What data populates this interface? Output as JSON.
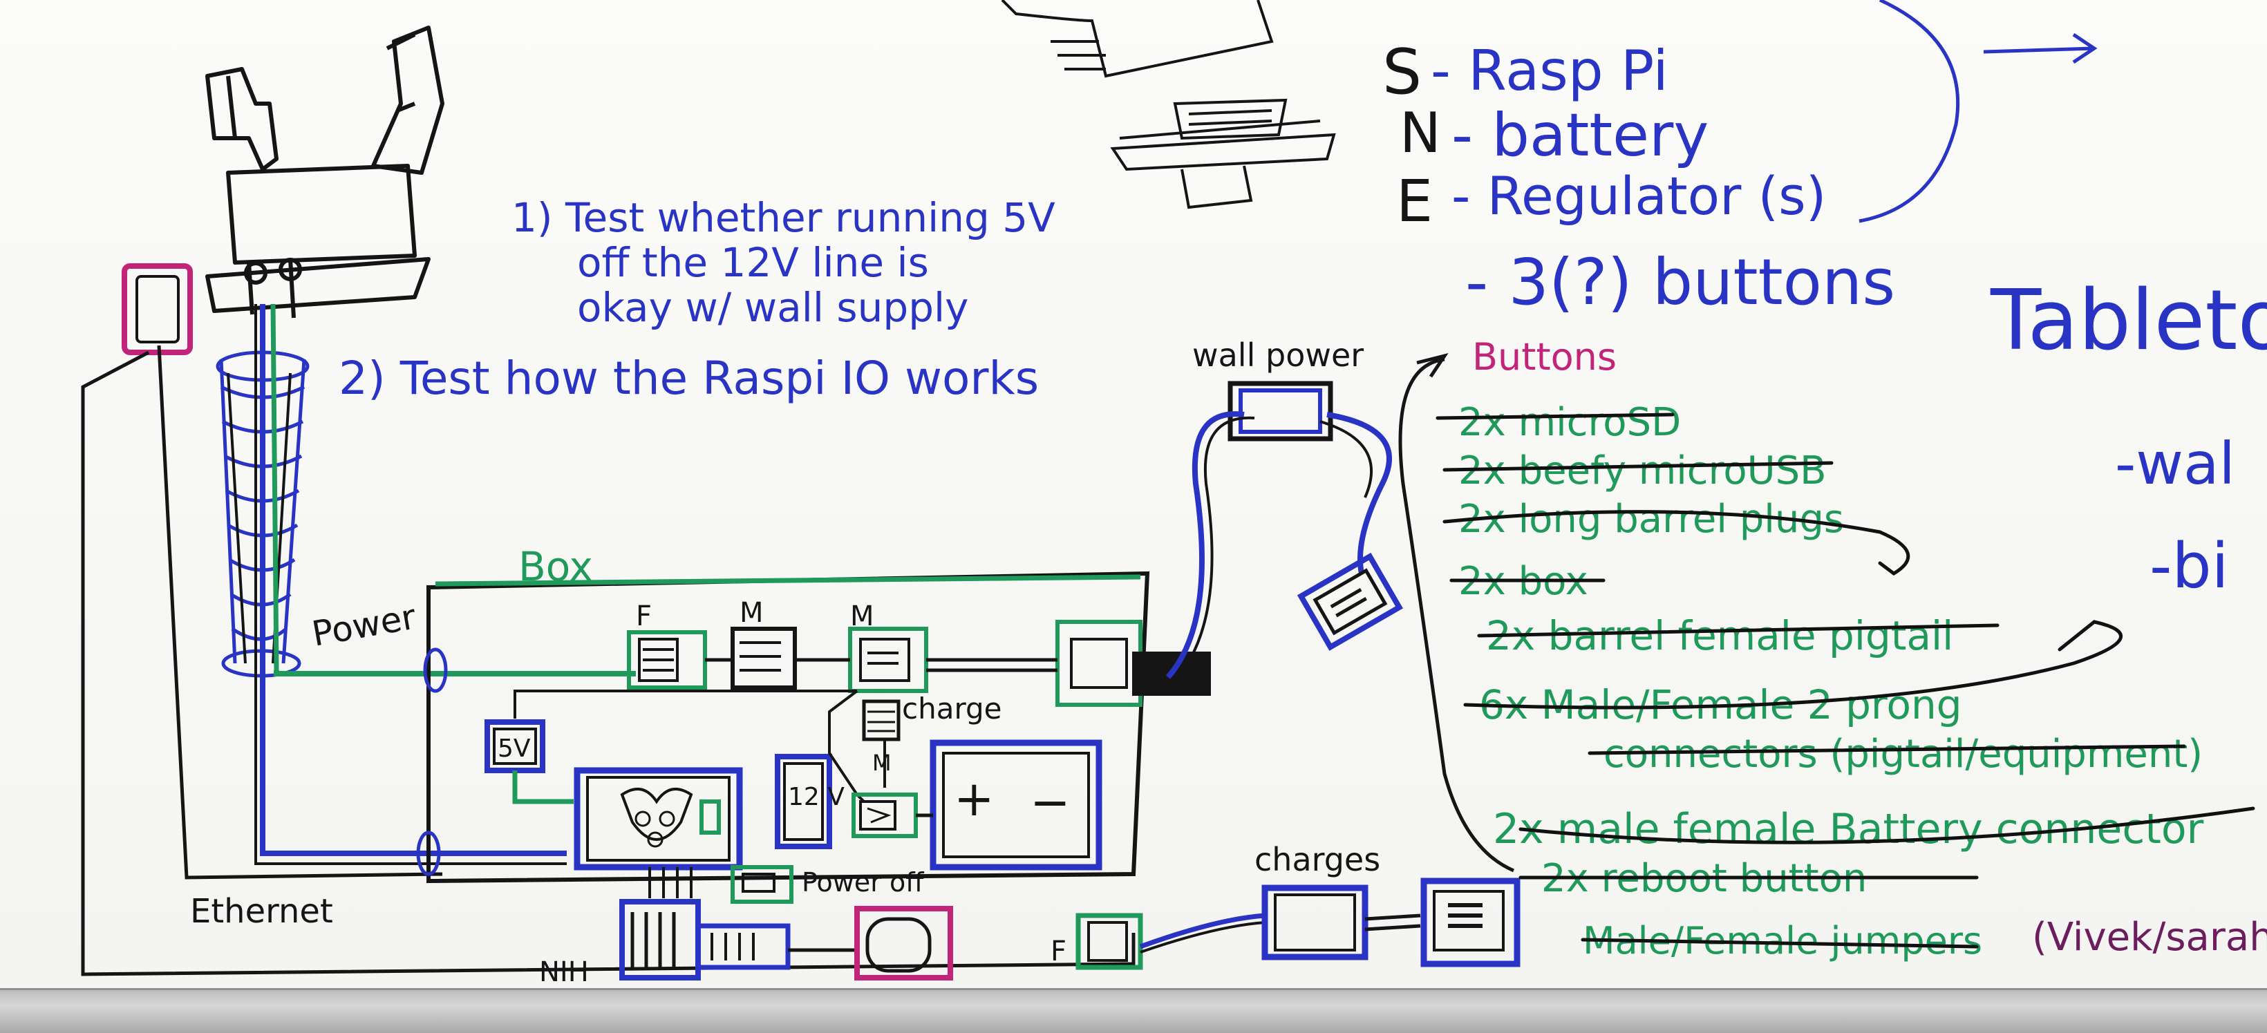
{
  "notes": {
    "test1_line1": "1) Test whether running 5V",
    "test1_line2": "off the 12V line is",
    "test1_line3": "okay w/ wall supply",
    "test2": "2) Test how the Raspi IO works"
  },
  "legend": {
    "s_letter": "S",
    "s_text": "- Rasp Pi",
    "n_letter": "N",
    "n_text": "- battery",
    "e_letter": "E",
    "e_text": "- Regulator (s)",
    "buttons_text": "- 3(?) buttons"
  },
  "right_side": {
    "tabletop": "Tabletop",
    "item1": "-wal",
    "item2": "-bi"
  },
  "buttons_list": {
    "title": "Buttons",
    "items": [
      "2x microSD",
      "2x beefy microUSB",
      "2x long barrel plugs",
      "2x box",
      "2x barrel female pigtail",
      "6x Male/Female 2 prong",
      "connectors (pigtail/equipment)",
      "2x male female Battery connector",
      "2x reboot button",
      "Male/Female jumpers"
    ],
    "assignee": "(Vivek/sarah)"
  },
  "diagram": {
    "box": "Box",
    "power": "Power",
    "ethernet": "Ethernet",
    "wall_power": "wall power",
    "charges": "charges",
    "charge": "charge",
    "power_off": "Power off",
    "nih": "NIH",
    "five_v": "5V",
    "twelve_v": "12 V",
    "plus": "+",
    "minus": "−",
    "f1": "F",
    "m1": "M",
    "m2": "M",
    "m3": "M",
    "f2": "F"
  }
}
